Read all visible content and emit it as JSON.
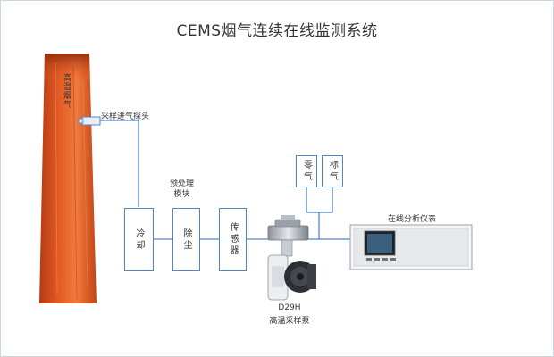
{
  "title": "CEMS烟气连续在线监测系统",
  "chimney": {
    "label": "高温烟气"
  },
  "probe": {
    "label": "采样进气探头"
  },
  "pretreatment": {
    "label": "预处理\n模块"
  },
  "units": [
    {
      "label": "冷却"
    },
    {
      "label": "除尘"
    },
    {
      "label": "传感器"
    }
  ],
  "gases": [
    {
      "label": "零气"
    },
    {
      "label": "标气"
    }
  ],
  "analyzer": {
    "label": "在线分析仪表"
  },
  "pump": {
    "model": "D29H",
    "label": "高温采样泵"
  },
  "colors": {
    "line": "#4f86c6",
    "chimney": "#e2612a"
  }
}
